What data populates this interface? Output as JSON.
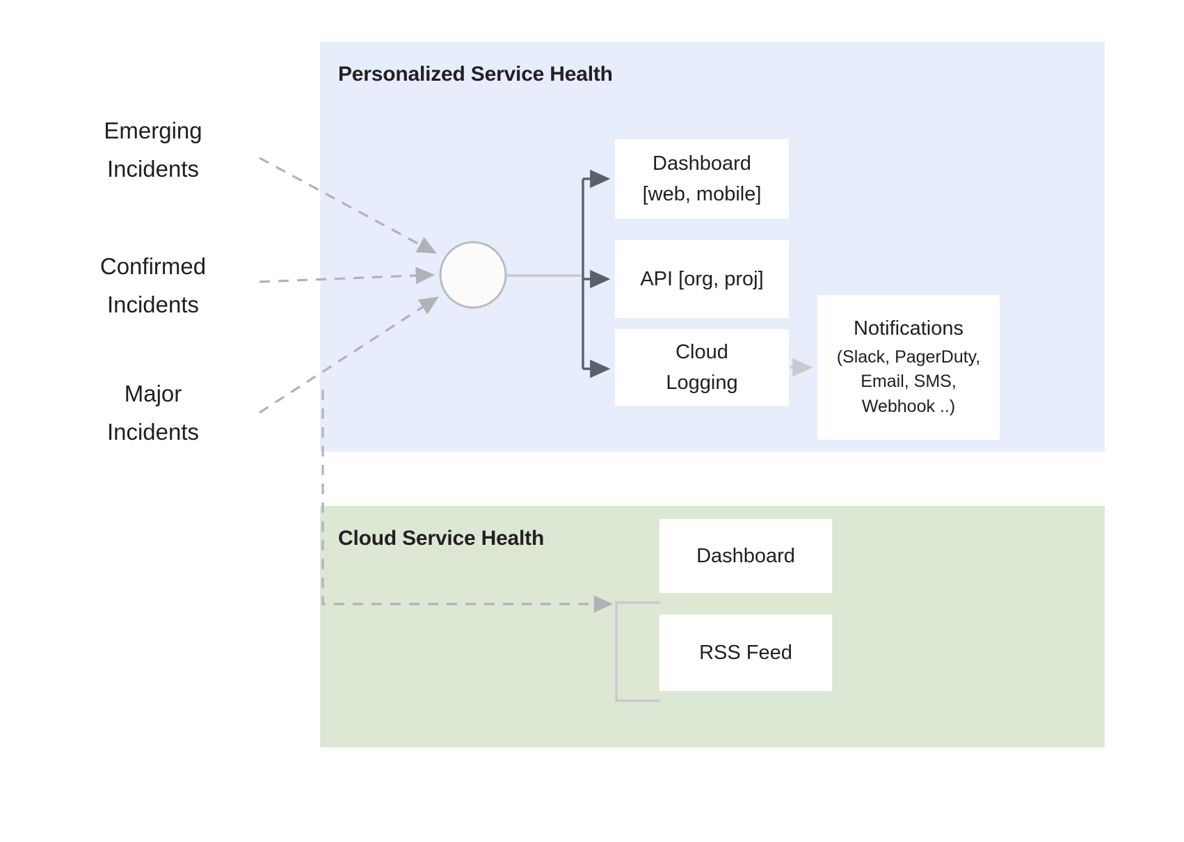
{
  "diagram": {
    "title_hidden": "",
    "colors": {
      "personalized_panel": "#e8edfc",
      "cloud_panel": "#dde8d4",
      "box_fill": "#ffffff",
      "dark_connector": "#5b616b",
      "light_connector": "#c6cbd0",
      "dashed_connector": "#aeb3b8",
      "text": "#1f1f1f",
      "heading": "#202124"
    },
    "sources": [
      {
        "id": "emerging",
        "label": "Emerging\nIncidents"
      },
      {
        "id": "confirmed",
        "label": "Confirmed\nIncidents"
      },
      {
        "id": "major",
        "label": "Major\nIncidents"
      }
    ],
    "panels": [
      {
        "id": "personalized-service-health",
        "title": "Personalized Service Health",
        "nodes": [
          {
            "id": "dashboard-web",
            "label": "Dashboard\n[web, mobile]"
          },
          {
            "id": "api",
            "label": "API [org, proj]"
          },
          {
            "id": "cloud-logging",
            "label": "Cloud\nLogging"
          },
          {
            "id": "notifications",
            "label": "Notifications",
            "sublabel": "(Slack, PagerDuty,\nEmail, SMS,\nWebhook ..)"
          }
        ]
      },
      {
        "id": "cloud-service-health",
        "title": "Cloud Service Health",
        "nodes": [
          {
            "id": "dashboard-green",
            "label": "Dashboard"
          },
          {
            "id": "rss-feed",
            "label": "RSS Feed"
          }
        ]
      }
    ],
    "hub": {
      "id": "aggregation-node",
      "label": ""
    },
    "edges": [
      {
        "from": "emerging",
        "to": "aggregation-node",
        "style": "dashed"
      },
      {
        "from": "confirmed",
        "to": "aggregation-node",
        "style": "dashed"
      },
      {
        "from": "major",
        "to": "aggregation-node",
        "style": "dashed"
      },
      {
        "from": "major",
        "to": "cloud-service-health",
        "style": "dashed"
      },
      {
        "from": "aggregation-node",
        "to": "dashboard-web",
        "style": "solid-dark"
      },
      {
        "from": "aggregation-node",
        "to": "api",
        "style": "solid-dark"
      },
      {
        "from": "aggregation-node",
        "to": "cloud-logging",
        "style": "solid-dark"
      },
      {
        "from": "cloud-logging",
        "to": "notifications",
        "style": "solid-light"
      }
    ]
  }
}
